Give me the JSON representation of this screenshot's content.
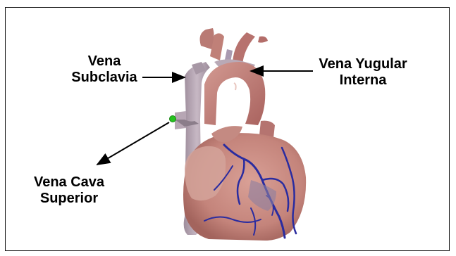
{
  "labels": {
    "subclavia": {
      "line1": "Vena",
      "line2": "Subclavia"
    },
    "yugular": {
      "line1": "Vena Yugular",
      "line2": "Interna"
    },
    "cava": {
      "line1": "Vena Cava",
      "line2": "Superior"
    }
  },
  "colors": {
    "heart_muscle": "#c98a80",
    "heart_shadow": "#a86860",
    "vein_gray": "#b7a6b4",
    "artery_red": "#b9716e",
    "coronary_vein_blue": "#2a2ca0",
    "marker_green": "#26c21f",
    "arrow": "#000000"
  },
  "icons": {
    "marker": "green-dot-icon"
  }
}
